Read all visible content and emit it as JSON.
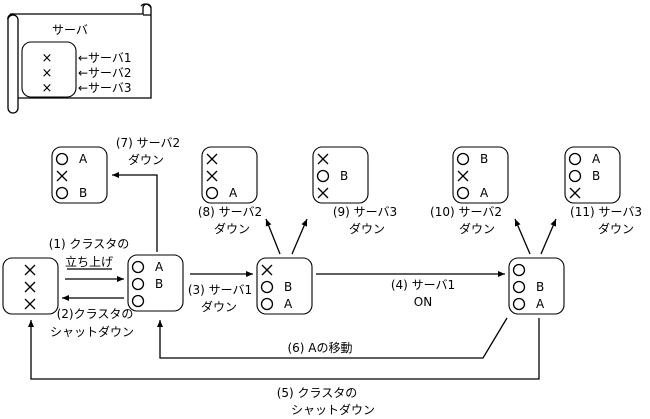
{
  "legend": {
    "title": "サーバ",
    "states": [
      "×",
      "×",
      "×"
    ],
    "labels": [
      "←サーバ1",
      "←サーバ2",
      "←サーバ3"
    ]
  },
  "symbols": {
    "up": "○",
    "down": "×"
  },
  "nodes": [
    {
      "id": "s0",
      "rows": [
        {
          "state": "×",
          "res": ""
        },
        {
          "state": "×",
          "res": ""
        },
        {
          "state": "×",
          "res": ""
        }
      ]
    },
    {
      "id": "s1",
      "rows": [
        {
          "state": "○",
          "res": "A"
        },
        {
          "state": "○",
          "res": "B"
        },
        {
          "state": "○",
          "res": ""
        }
      ]
    },
    {
      "id": "s3",
      "rows": [
        {
          "state": "×",
          "res": ""
        },
        {
          "state": "○",
          "res": "B"
        },
        {
          "state": "○",
          "res": "A"
        }
      ]
    },
    {
      "id": "s4",
      "rows": [
        {
          "state": "○",
          "res": ""
        },
        {
          "state": "○",
          "res": "B"
        },
        {
          "state": "○",
          "res": "A"
        }
      ]
    },
    {
      "id": "s7",
      "rows": [
        {
          "state": "○",
          "res": "A"
        },
        {
          "state": "×",
          "res": ""
        },
        {
          "state": "○",
          "res": "B"
        }
      ]
    },
    {
      "id": "s8",
      "rows": [
        {
          "state": "×",
          "res": ""
        },
        {
          "state": "×",
          "res": ""
        },
        {
          "state": "○",
          "res": "A"
        }
      ]
    },
    {
      "id": "s9",
      "rows": [
        {
          "state": "×",
          "res": ""
        },
        {
          "state": "○",
          "res": "B"
        },
        {
          "state": "×",
          "res": ""
        }
      ]
    },
    {
      "id": "s10",
      "rows": [
        {
          "state": "○",
          "res": "B"
        },
        {
          "state": "×",
          "res": ""
        },
        {
          "state": "○",
          "res": "A"
        }
      ]
    },
    {
      "id": "s11",
      "rows": [
        {
          "state": "○",
          "res": "A"
        },
        {
          "state": "○",
          "res": "B"
        },
        {
          "state": "×",
          "res": ""
        }
      ]
    }
  ],
  "transitions": [
    {
      "id": "t1",
      "lines": [
        "(1) クラスタの",
        "立ち上げ"
      ]
    },
    {
      "id": "t2",
      "lines": [
        "(2)クラスタの",
        "シャットダウン"
      ]
    },
    {
      "id": "t3",
      "lines": [
        "(3) サーバ1",
        "ダウン"
      ]
    },
    {
      "id": "t4",
      "lines": [
        "(4) サーバ1",
        "ON"
      ]
    },
    {
      "id": "t5",
      "lines": [
        "(5) クラスタの",
        "シャットダウン"
      ]
    },
    {
      "id": "t6",
      "lines": [
        "(6) Aの移動"
      ]
    },
    {
      "id": "t7",
      "lines": [
        "(7) サーバ2",
        "ダウン"
      ]
    },
    {
      "id": "t8",
      "lines": [
        "(8) サーバ2",
        "ダウン"
      ]
    },
    {
      "id": "t9",
      "lines": [
        "(9) サーバ3",
        "ダウン"
      ]
    },
    {
      "id": "t10",
      "lines": [
        "(10) サーバ2",
        "ダウン"
      ]
    },
    {
      "id": "t11",
      "lines": [
        "(11) サーバ3",
        "ダウン"
      ]
    }
  ]
}
